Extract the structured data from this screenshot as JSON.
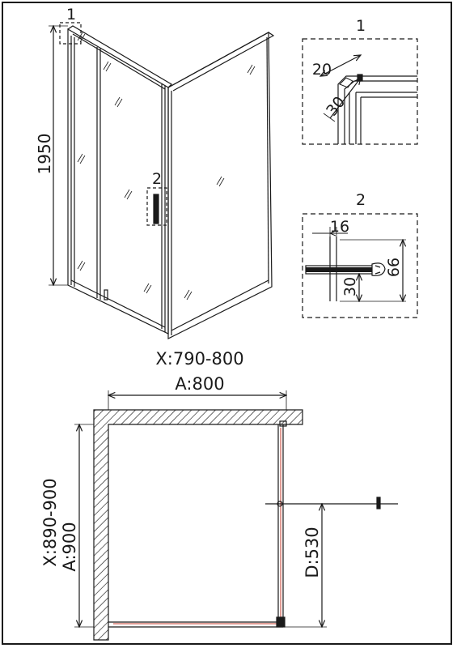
{
  "elevation": {
    "height_label": "1950",
    "callout_1_tag": "1",
    "callout_2_tag": "2"
  },
  "detail_1": {
    "title": "1",
    "dim_a": "20",
    "dim_b": "30"
  },
  "detail_2": {
    "title": "2",
    "dim_width": "16",
    "dim_inner": "30",
    "dim_outer": "66"
  },
  "plan": {
    "x_width_label": "X:790-800",
    "a_width_label": "A:800",
    "x_depth_label": "X:890-900",
    "a_depth_label": "A:900",
    "d_label": "D:530"
  },
  "colors": {
    "line": "#1a1a1a",
    "wall_hatch": "#1a1a1a",
    "profile_accent": "#c0392b"
  }
}
